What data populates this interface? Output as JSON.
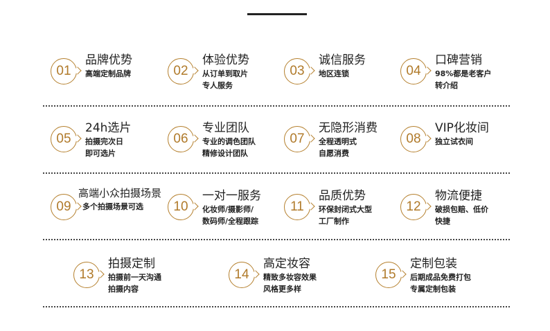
{
  "accent": "#b5802e",
  "items": [
    {
      "num": "01",
      "title": "品牌优势",
      "desc": "高端定制品牌"
    },
    {
      "num": "02",
      "title": "体验优势",
      "desc": "从订单到取片\n专人服务"
    },
    {
      "num": "03",
      "title": "诚信服务",
      "desc": "地区连锁"
    },
    {
      "num": "04",
      "title": "口碑营销",
      "desc": "98%都是老客户\n转介绍"
    },
    {
      "num": "05",
      "title": "24h选片",
      "desc": "拍摄完次日\n即可选片"
    },
    {
      "num": "06",
      "title": "专业团队",
      "desc": "专业的调色团队\n精修设计团队"
    },
    {
      "num": "07",
      "title": "无隐形消费",
      "desc": "全程透明式\n自愿消费"
    },
    {
      "num": "08",
      "title": "VIP化妆间",
      "desc": "独立试衣间"
    },
    {
      "num": "09",
      "title": "高端小众拍摄场景",
      "desc": "多个拍摄场景可选"
    },
    {
      "num": "10",
      "title": "一对一服务",
      "desc": "化妆师/摄影师/\n数码师/全程跟踪"
    },
    {
      "num": "11",
      "title": "品质优势",
      "desc": "环保封闭式大型\n工厂制作"
    },
    {
      "num": "12",
      "title": "物流便捷",
      "desc": "破损包赔、低价\n快捷"
    },
    {
      "num": "13",
      "title": "拍摄定制",
      "desc": "拍摄前一天沟通\n拍摄内容"
    },
    {
      "num": "14",
      "title": "高定妆容",
      "desc": "精致多妆容效果\n风格更多样"
    },
    {
      "num": "15",
      "title": "定制包装",
      "desc": "后期成品免费打包\n专属定制包装"
    }
  ]
}
